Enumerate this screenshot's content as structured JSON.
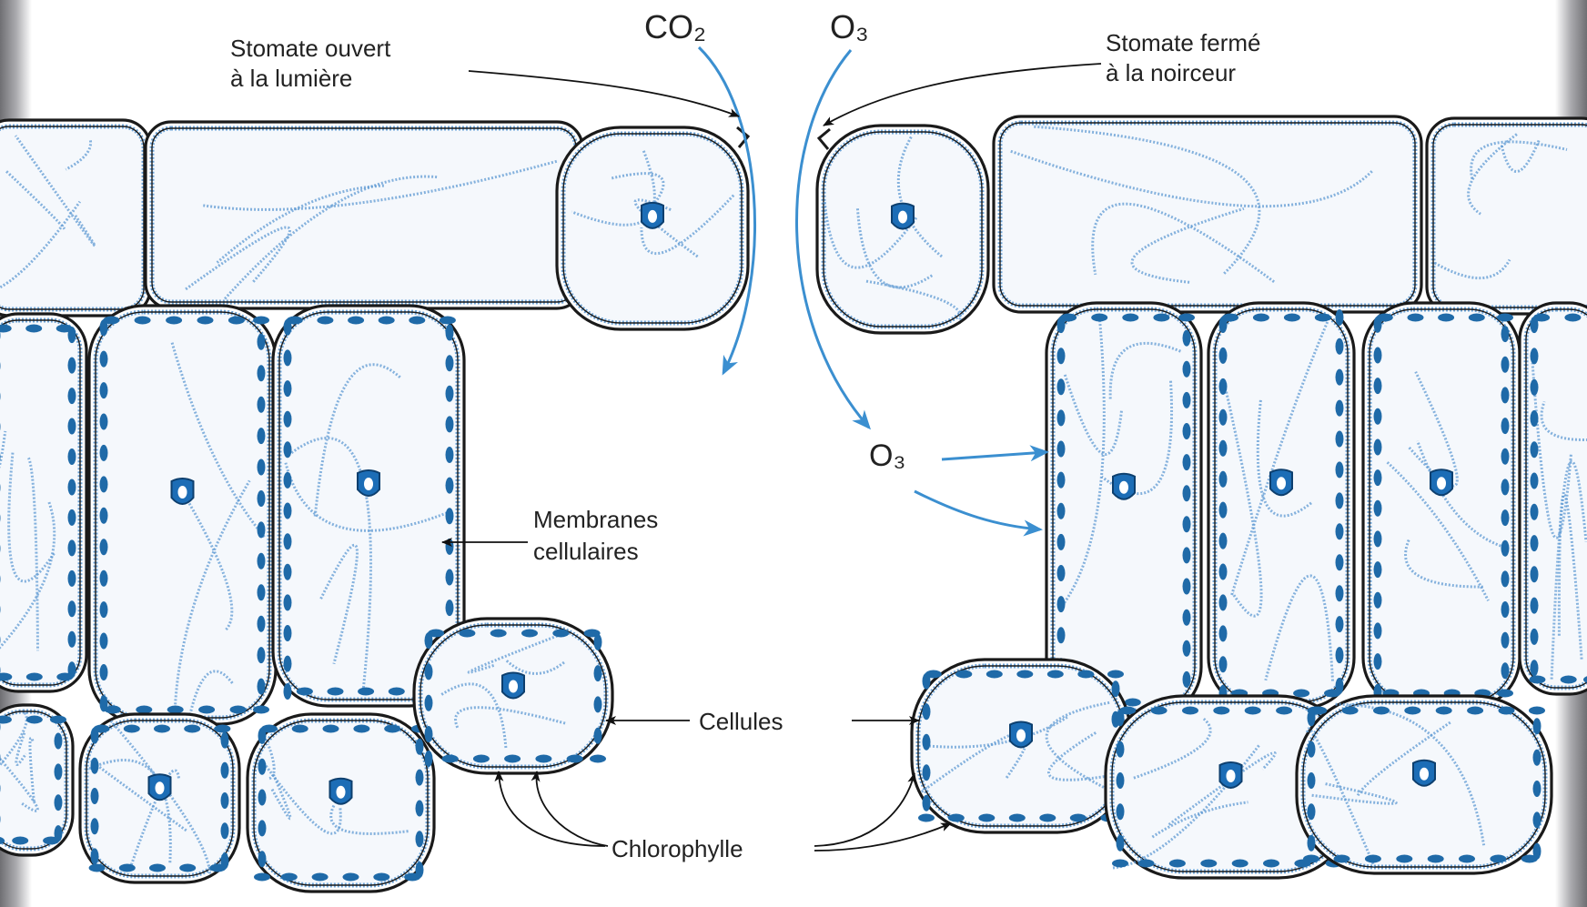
{
  "diagram": {
    "gas_in": "CO₂",
    "gas_out": "O₃",
    "gas_inner": "O₃",
    "stomate_open": [
      "Stomate ouvert",
      "à la lumière"
    ],
    "stomate_closed": [
      "Stomate fermé",
      "à la noirceur"
    ],
    "membranes": [
      "Membranes",
      "cellulaires"
    ],
    "cells": "Cellules",
    "chlorophyll": "Chlorophylle"
  },
  "colors": {
    "outline": "#1a1a1a",
    "cytoplasm": "#5d9ad3",
    "chloroplast": "#1f6aa8",
    "nucleus": "#1c6db6",
    "gas_arrow": "#3b8fd0",
    "background": "#ffffff"
  }
}
